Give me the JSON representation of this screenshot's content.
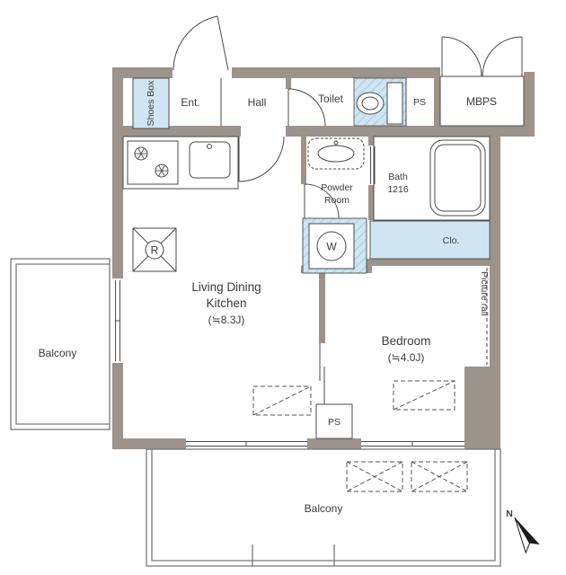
{
  "floorplan": {
    "rooms": {
      "shoes_box": "Shoes Box",
      "entrance": "Ent.",
      "hall": "Hall",
      "toilet": "Toilet",
      "ps_top": "PS",
      "mbps": "MBPS",
      "powder_room_line1": "Powder",
      "powder_room_line2": "Room",
      "bath_line1": "Bath",
      "bath_line2": "1216",
      "closet": "Clo.",
      "ldk_line1": "Living Dining",
      "ldk_line2": "Kitchen",
      "ldk_size": "(≒8.3J)",
      "bedroom": "Bedroom",
      "bedroom_size": "(≒4.0J)",
      "picture_rail": "Picture rail",
      "ps_bottom": "PS",
      "balcony_left": "Balcony",
      "balcony_bottom": "Balcony"
    },
    "fixtures": {
      "refrigerator": "R",
      "washer": "W"
    },
    "compass": {
      "north_label": "N"
    },
    "colors": {
      "wall": "#9c938b",
      "water_area": "#cfe5f1",
      "hatch_line": "#9cc6dc",
      "outline": "#4a4a4a"
    }
  }
}
